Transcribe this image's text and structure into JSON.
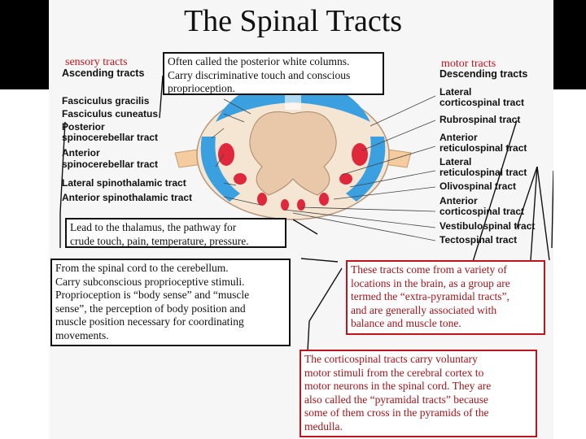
{
  "title": "The Spinal Tracts",
  "left_tag": "sensory tracts",
  "right_tag": "motor tracts",
  "ascending_heading": "Ascending tracts",
  "descending_heading": "Descending tracts",
  "ascending_labels": [
    "Fasciculus gracilis",
    "Fasciculus cuneatus",
    "Posterior",
    "spinocerebellar tract",
    "Anterior",
    "spinocerebellar tract",
    "Lateral spinothalamic tract",
    "Anterior spinothalamic tract"
  ],
  "descending_labels": [
    "Lateral",
    "corticospinal tract",
    "Rubrospinal tract",
    "Anterior",
    "reticulospinal tract",
    "Lateral",
    "reticulospinal tract",
    "Olivospinal tract",
    "Anterior",
    "corticospinal tract",
    "Vestibulospinal tract",
    "Tectospinal tract"
  ],
  "box_posterior": [
    "Often called the posterior white columns.",
    "Carry discriminative touch and conscious",
    "proprioception."
  ],
  "box_thalamus": [
    "Lead to the thalamus, the pathway for",
    "crude touch, pain, temperature, pressure."
  ],
  "box_cerebellum": [
    "From the spinal cord to the cerebellum.",
    "Carry subconscious proprioceptive stimuli.",
    "Proprioception is “body sense” and “muscle",
    "sense”, the perception of body position and",
    "muscle position necessary for coordinating",
    "movements."
  ],
  "box_extrapyramidal": [
    "These tracts come from a variety of",
    "locations in the brain, as a group are",
    "termed the “extra-pyramidal tracts”,",
    "and are generally associated with",
    "balance and muscle tone."
  ],
  "box_corticospinal": [
    "The corticospinal tracts carry voluntary",
    "motor stimuli from the cerebral cortex to",
    "motor neurons in the spinal cord. They are",
    "also called the “pyramidal tracts” because",
    "some of them cross in the pyramids of the",
    "medulla."
  ],
  "colors": {
    "sensory_blue": "#3aa0e0",
    "motor_red": "#e0283c",
    "gray_matter": "#e8c8a8",
    "white_matter": "#f5e6d3",
    "accent_red": "#c0151c"
  }
}
